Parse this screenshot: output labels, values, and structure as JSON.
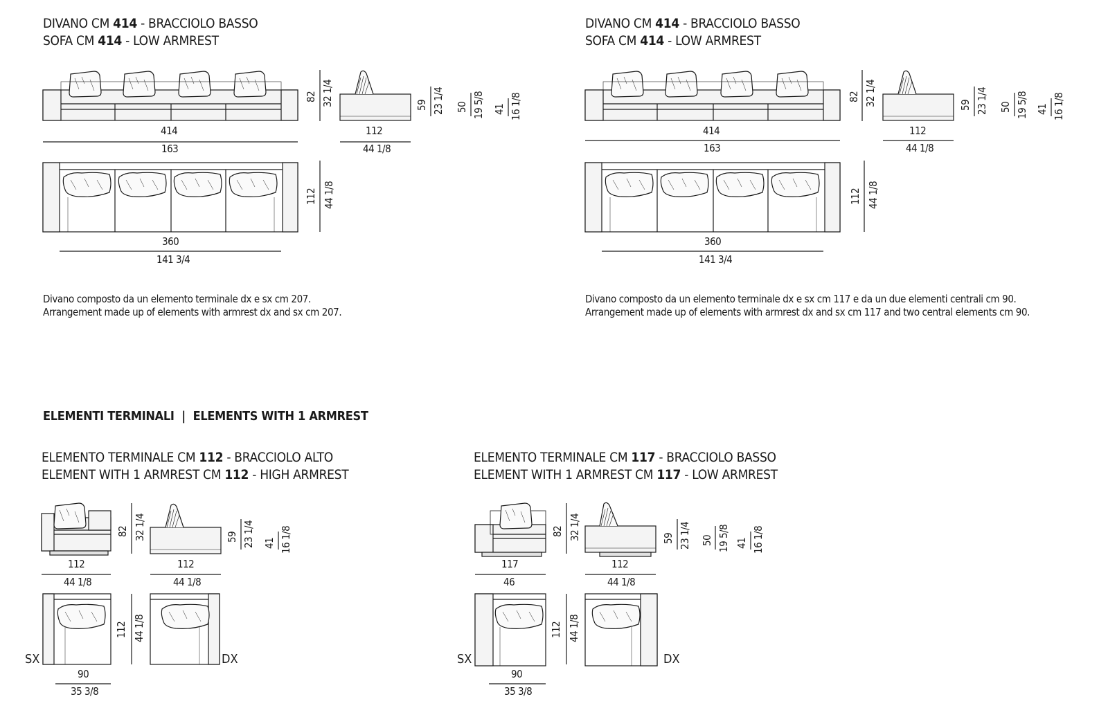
{
  "colors": {
    "ink": "#1a1a1a",
    "fill": "#f4f4f4",
    "bg": "#ffffff"
  },
  "sofa_left": {
    "title_it_pre": "DIVANO CM ",
    "title_it_num": "414",
    "title_it_post": " - BRACCIOLO BASSO",
    "title_en_pre": "SOFA CM ",
    "title_en_num": "414",
    "title_en_post": " - LOW ARMREST",
    "front_width_cm": "414",
    "front_width_in": "163",
    "height_cm": "82",
    "height_in": "32 1/4",
    "side_depth_cm": "112",
    "side_depth_in": "44 1/8",
    "seat_cm": "59",
    "seat_in": "23 1/4",
    "arm_cm": "50",
    "arm_in": "19 5/8",
    "seat_h_cm": "41",
    "seat_h_in": "16 1/8",
    "plan_width_cm": "360",
    "plan_width_in": "141 3/4",
    "plan_depth_cm": "112",
    "plan_depth_in": "44 1/8",
    "note_it": "Divano composto da un elemento terminale dx e sx cm 207.",
    "note_en": "Arrangement made up of elements with armrest dx and sx cm 207."
  },
  "sofa_right": {
    "title_it_pre": "DIVANO CM ",
    "title_it_num": "414",
    "title_it_post": " - BRACCIOLO BASSO",
    "title_en_pre": "SOFA CM ",
    "title_en_num": "414",
    "title_en_post": " - LOW ARMREST",
    "front_width_cm": "414",
    "front_width_in": "163",
    "height_cm": "82",
    "height_in": "32 1/4",
    "side_depth_cm": "112",
    "side_depth_in": "44 1/8",
    "seat_cm": "59",
    "seat_in": "23 1/4",
    "arm_cm": "50",
    "arm_in": "19 5/8",
    "seat_h_cm": "41",
    "seat_h_in": "16 1/8",
    "plan_width_cm": "360",
    "plan_width_in": "141 3/4",
    "plan_depth_cm": "112",
    "plan_depth_in": "44 1/8",
    "note_it": "Divano composto da un elemento terminale dx e sx cm 117 e da un due elementi centrali cm 90.",
    "note_en": "Arrangement made up of elements with armrest dx and sx cm 117 and two central elements cm 90."
  },
  "section_title": "ELEMENTI TERMINALI  |  ELEMENTS WITH 1 ARMREST",
  "element_high": {
    "title_it_pre": "ELEMENTO TERMINALE CM ",
    "title_it_num": "112",
    "title_it_post": " - BRACCIOLO ALTO",
    "title_en_pre": "ELEMENT WITH 1 ARMREST CM ",
    "title_en_num": "112",
    "title_en_post": " - HIGH ARMREST",
    "front_w_cm": "112",
    "front_w_in": "44 1/8",
    "height_cm": "82",
    "height_in": "32 1/4",
    "side_w_cm": "112",
    "side_w_in": "44 1/8",
    "seat_cm": "59",
    "seat_in": "23 1/4",
    "seat_h_cm": "41",
    "seat_h_in": "16 1/8",
    "plan_w_cm": "90",
    "plan_w_in": "35 3/8",
    "plan_d_cm": "112",
    "plan_d_in": "44 1/8",
    "label_sx": "SX",
    "label_dx": "DX"
  },
  "element_low": {
    "title_it_pre": "ELEMENTO TERMINALE CM ",
    "title_it_num": "117",
    "title_it_post": " - BRACCIOLO BASSO",
    "title_en_pre": "ELEMENT WITH 1 ARMREST CM ",
    "title_en_num": "117",
    "title_en_post": " - LOW ARMREST",
    "front_w_cm": "117",
    "front_w_in": "46",
    "height_cm": "82",
    "height_in": "32 1/4",
    "side_w_cm": "112",
    "side_w_in": "44 1/8",
    "seat_cm": "59",
    "seat_in": "23 1/4",
    "arm_cm": "50",
    "arm_in": "19 5/8",
    "seat_h_cm": "41",
    "seat_h_in": "16 1/8",
    "plan_w_cm": "90",
    "plan_w_in": "35 3/8",
    "plan_d_cm": "112",
    "plan_d_in": "44 1/8",
    "label_sx": "SX",
    "label_dx": "DX"
  }
}
